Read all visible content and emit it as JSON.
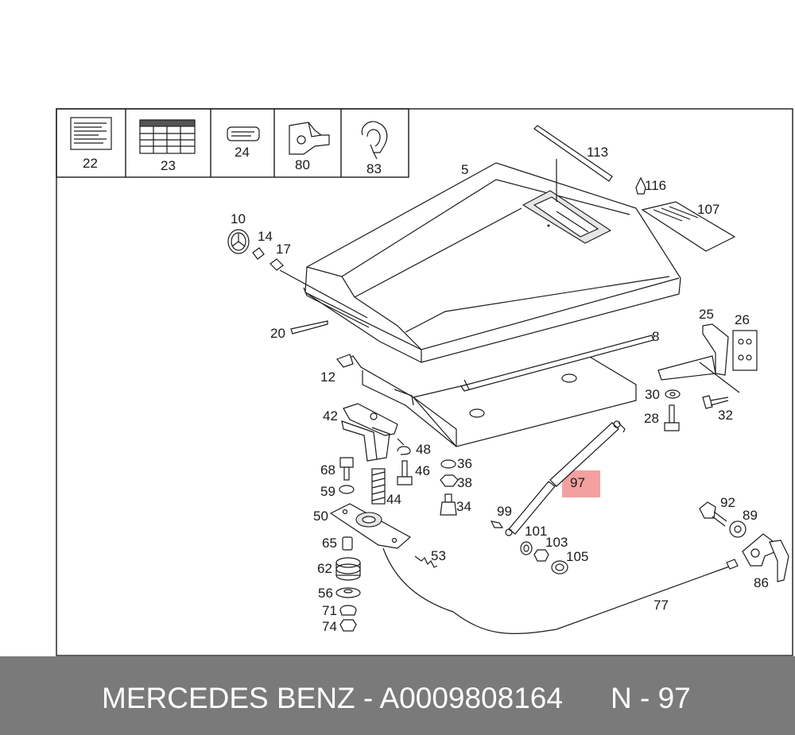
{
  "footer": {
    "brand_text": "MERCEDES BENZ - A0009808164",
    "page_text": "N - 97"
  },
  "highlight": {
    "part": "97",
    "color": "#f4a0a0"
  },
  "legend": [
    "22",
    "23",
    "24",
    "80",
    "83"
  ],
  "labels": {
    "p5": "5",
    "p8": "8",
    "p10": "10",
    "p12": "12",
    "p14": "14",
    "p17": "17",
    "p20": "20",
    "p25": "25",
    "p26": "26",
    "p28": "28",
    "p30": "30",
    "p32": "32",
    "p34": "34",
    "p36": "36",
    "p38": "38",
    "p42": "42",
    "p44": "44",
    "p46": "46",
    "p48": "48",
    "p50": "50",
    "p53": "53",
    "p56": "56",
    "p59": "59",
    "p62": "62",
    "p65": "65",
    "p68": "68",
    "p71": "71",
    "p74": "74",
    "p77": "77",
    "p86": "86",
    "p89": "89",
    "p92": "92",
    "p99": "99",
    "p101": "101",
    "p103": "103",
    "p105": "105",
    "p107": "107",
    "p113": "113",
    "p116": "116"
  }
}
